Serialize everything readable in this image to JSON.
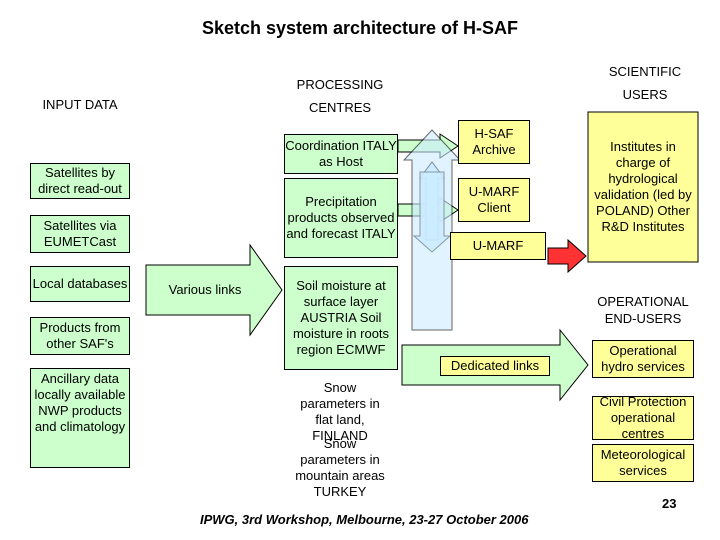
{
  "title": "Sketch system architecture of H-SAF",
  "headers": {
    "input_data": "INPUT DATA",
    "processing_1": "PROCESSING",
    "processing_2": "CENTRES",
    "scientific": "SCIENTIFIC",
    "users": "USERS",
    "operational": "OPERATIONAL END-USERS"
  },
  "inputs": [
    "Satellites by direct read-out",
    "Satellites via EUMETCast",
    "Local databases",
    "Products from other SAF's",
    "Ancillary data locally available NWP products and climatology"
  ],
  "various_links": "Various links",
  "centres": {
    "coordination": "Coordination ITALY as Host",
    "precipitation": "Precipitation products observed and forecast ITALY",
    "soil": "Soil moisture at surface layer AUSTRIA Soil moisture in roots region ECMWF",
    "snow": "Snow parameters in flat land, FINLAND",
    "snow_overlap": "Snow parameters in mountain areas TURKEY"
  },
  "archive": {
    "hsaf_archive": "H-SAF Archive",
    "umarf_client": "U-MARF Client",
    "umarf": "U-MARF"
  },
  "dedicated_links": "Dedicated links",
  "scientific_users": "Institutes in charge of hydrological validation (led by POLAND) Other R&D Institutes",
  "operational_users": [
    "Operational hydro services",
    "Civil Protection operational centres",
    "Meteorological services"
  ],
  "footer": "IPWG, 3rd Workshop, Melbourne, 23-27 October 2006",
  "page_number": "23",
  "colors": {
    "arrow_green": "#ccffcc",
    "arrow_blue": "#ccecff",
    "box_yellow": "#ffff99",
    "box_green": "#ccffcc",
    "arrow_red": "#ff3333"
  }
}
